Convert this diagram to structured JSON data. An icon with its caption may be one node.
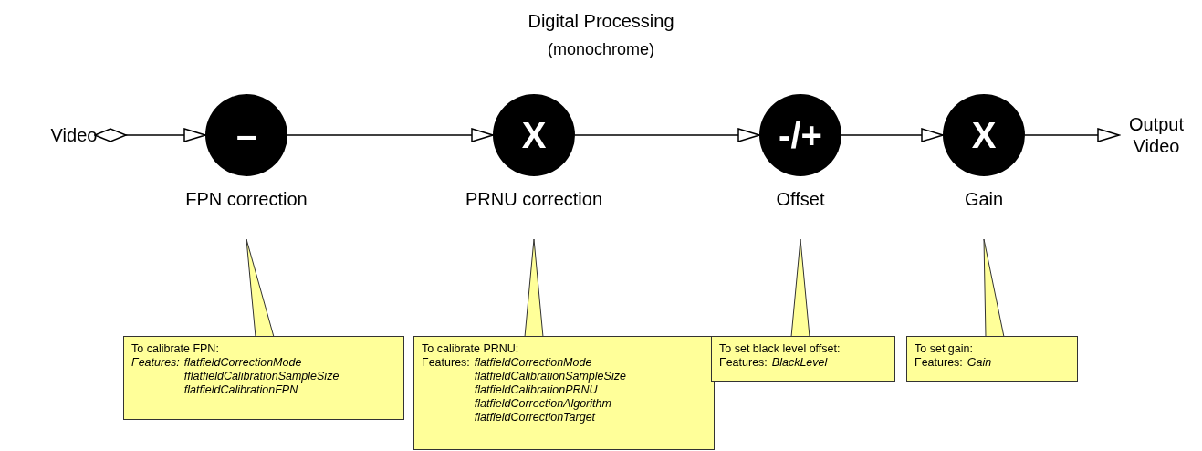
{
  "diagram": {
    "title": "Digital Processing",
    "nodes": [
      {
        "text": [
          "Video"
        ]
      },
      {
        "text": [
          "–"
        ],
        "beside": [
          "FPN correction"
        ]
      },
      {
        "text": [
          "X"
        ],
        "beside": [
          "PRNU correction"
        ]
      },
      {
        "text": [
          "-/+"
        ],
        "beside": [
          "Offset"
        ]
      },
      {
        "text": [
          "X"
        ],
        "beside": [
          "Gain"
        ]
      },
      {
        "text": [
          "Output Video"
        ]
      },
      {
        "text": [
          "To calibrate FPN:",
          "Features:",
          "flatfieldCorrectionMode",
          "fflatfieldCalibrationSampleSize",
          "flatfieldCalibrationFPN"
        ]
      },
      {
        "text": [
          "To calibrate PRNU:",
          "Features:",
          "flatfieldCorrectionMode",
          "flatfieldCalibrationSampleSize",
          "flatfieldCalibrationPRNU",
          "flatfieldCorrectionAlgorithm",
          "flatfieldCorrectionTarget"
        ]
      },
      {
        "text": [
          "To set black level offset:",
          "Features:",
          "BlackLevel"
        ]
      },
      {
        "text": [
          "To set gain:",
          "Features:",
          "Gain"
        ]
      }
    ],
    "edges": [
      {
        "from": 0,
        "to": 1,
        "arrow": "to"
      },
      {
        "from": 1,
        "to": 2,
        "arrow": "to"
      },
      {
        "from": 2,
        "to": 3,
        "arrow": "to"
      },
      {
        "from": 3,
        "to": 4,
        "arrow": "to"
      },
      {
        "from": 4,
        "to": 5,
        "arrow": "to"
      },
      {
        "from": 6,
        "to": 1,
        "arrow": "none"
      },
      {
        "from": 7,
        "to": 2,
        "arrow": "none"
      },
      {
        "from": 8,
        "to": 3,
        "arrow": "none"
      },
      {
        "from": 9,
        "to": 4,
        "arrow": "none"
      }
    ],
    "labels": [
      "(monochrome)"
    ]
  }
}
